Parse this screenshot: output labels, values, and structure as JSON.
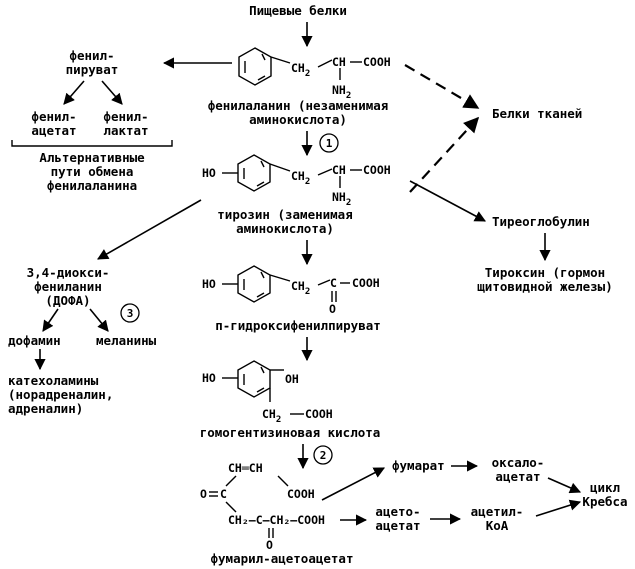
{
  "nodes": {
    "dietary_proteins": "Пищевые белки",
    "phenylalanine": [
      "фенилаланин (незаменимая",
      "аминокислота)"
    ],
    "tyrosine": [
      "тирозин (заменимая",
      "аминокислота)"
    ],
    "phenylpyruvate": [
      "фенил-",
      "пируват"
    ],
    "phenylacetate": [
      "фенил-",
      "ацетат"
    ],
    "phenyllactate": [
      "фенил-",
      "лактат"
    ],
    "alt_paths": [
      "Альтернативные",
      "пути обмена",
      "фенилаланина"
    ],
    "tissue_proteins": "Белки тканей",
    "thyroglobulin": "Тиреоглобулин",
    "thyroxine": [
      "Тироксин (гормон",
      "щитовидной железы)"
    ],
    "dopa": [
      "3,4-диокси-",
      "фениланин",
      "(ДОФА)"
    ],
    "dopamine": "дофамин",
    "melanins": "меланины",
    "catecholamines": [
      "катехоламины",
      "(норадреналин,",
      "адреналин)"
    ],
    "hydroxyphenylpyruvate": "п-гидроксифенилпируват",
    "homogentisic_acid": "гомогентизиновая кислота",
    "fumarylacetoacetate": "фумарил-ацетоацетат",
    "fumarate": "фумарат",
    "oxaloacetate": [
      "оксало-",
      "ацетат"
    ],
    "krebs": [
      "цикл",
      "Кребса"
    ],
    "acetoacetate": [
      "ацето-",
      "ацетат"
    ],
    "acetyl_coa": [
      "ацетил-",
      "КоА"
    ]
  },
  "chem": {
    "ch2": "CH",
    "sub2": "2",
    "ch": "CH",
    "cooh": "COOH",
    "nh2": "NH",
    "ho": "HO",
    "oh": "OH",
    "c": "C",
    "o": "O",
    "ch_eq_ch": "CH═CH",
    "ch2_c_ch2": "CH₂—C—CH₂—COOH"
  },
  "enzyme_markers": [
    "1",
    "2",
    "3"
  ]
}
